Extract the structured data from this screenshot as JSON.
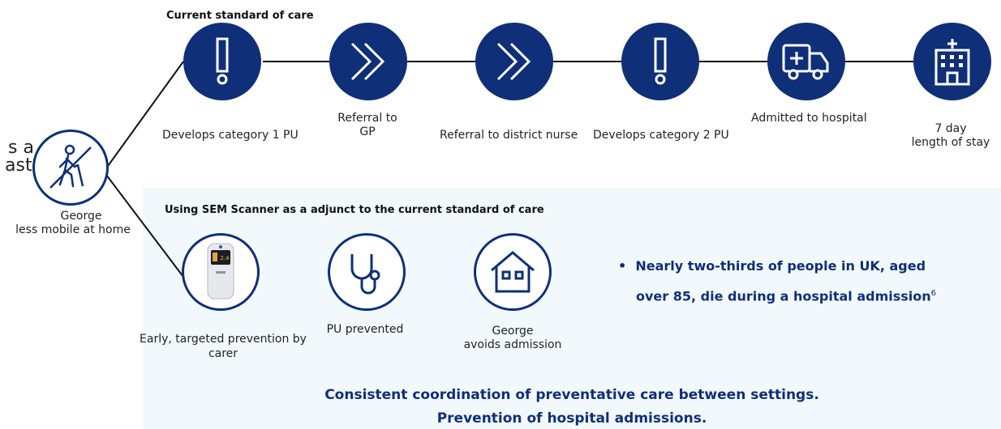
{
  "cut_text": {
    "line1": "s a",
    "line2": "ast"
  },
  "george": {
    "line1": "George",
    "line2": "less mobile at home",
    "icon": "person-with-walking-stick-crossed-icon"
  },
  "current": {
    "heading": "Current standard of care",
    "steps": [
      {
        "icon": "exclamation-icon",
        "label": "Develops category 1 PU"
      },
      {
        "icon": "double-chevron-icon",
        "label_lines": [
          "Referral to",
          "GP"
        ]
      },
      {
        "icon": "double-chevron-icon",
        "label": "Referral to district nurse"
      },
      {
        "icon": "exclamation-icon",
        "label": "Develops category 2 PU"
      },
      {
        "icon": "ambulance-icon",
        "label": "Admitted to hospital"
      },
      {
        "icon": "hospital-icon",
        "label_lines": [
          "7 day",
          "length of stay"
        ]
      }
    ]
  },
  "sem": {
    "heading": "Using SEM Scanner as a adjunct to the current standard of care",
    "steps": [
      {
        "icon": "sem-scanner-device-icon",
        "label_lines": [
          "Early, targeted prevention by",
          "carer"
        ],
        "device_reading": "2.4"
      },
      {
        "icon": "stethoscope-icon",
        "label": "PU prevented"
      },
      {
        "icon": "house-icon",
        "label_lines": [
          "George",
          "avoids admission"
        ]
      }
    ]
  },
  "bullet": {
    "marker": "•",
    "line1": "Nearly two-thirds of people in UK, aged",
    "line2": "over 85, die during a hospital admission",
    "superscript": "6"
  },
  "footer": {
    "line1": "Consistent coordination of preventative care between settings.",
    "line2": "Prevention of hospital admissions."
  },
  "colors": {
    "navy": "#0f2f78",
    "panel": "#f2f9fc"
  }
}
